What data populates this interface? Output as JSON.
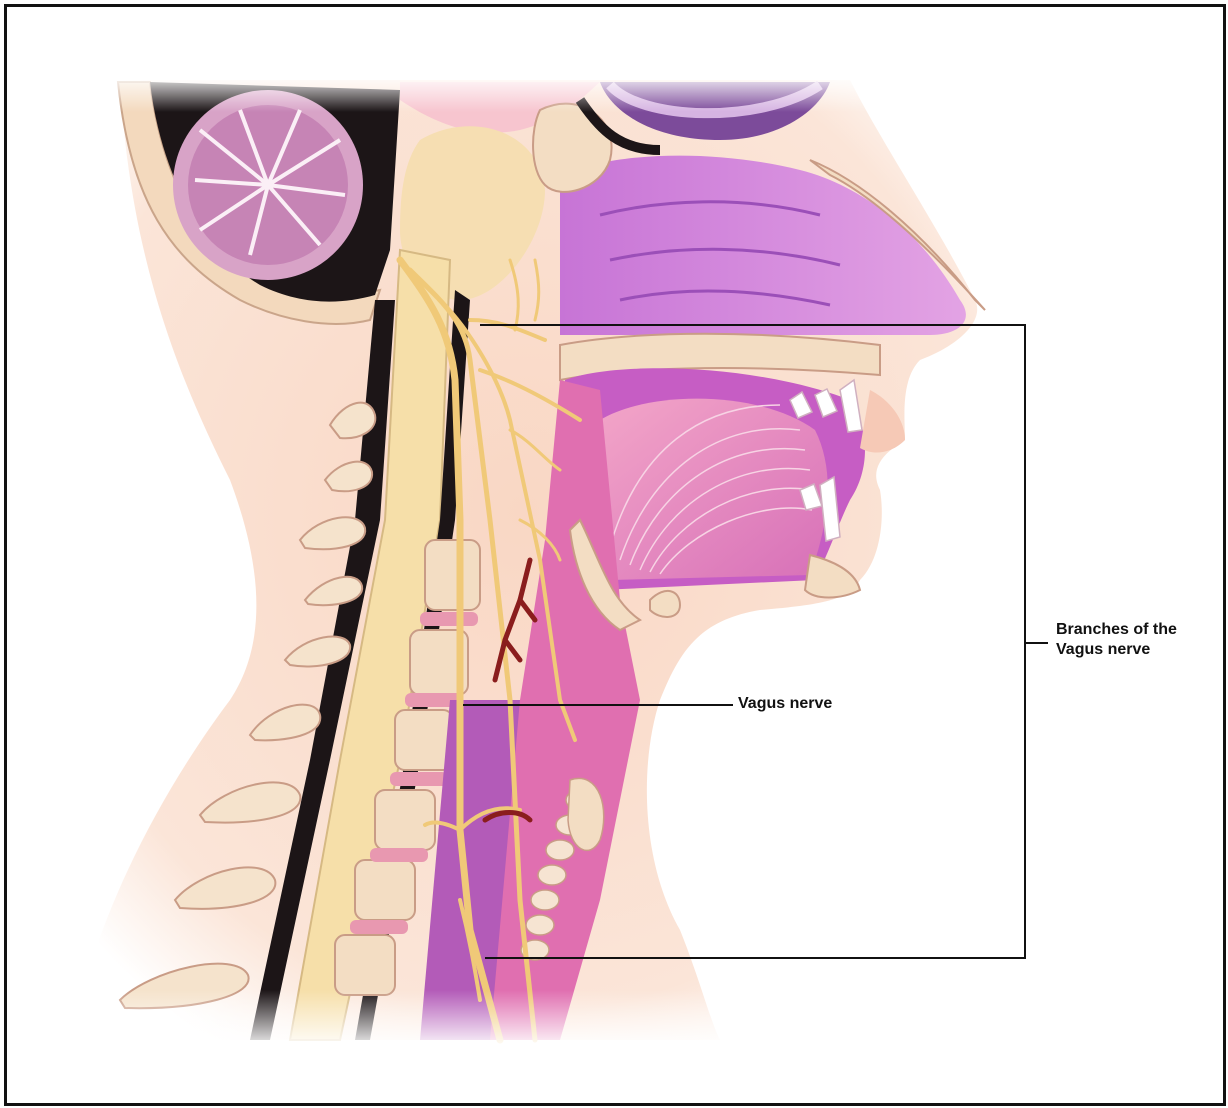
{
  "labels": {
    "vagus_nerve": "Vagus nerve",
    "branches_line1": "Branches of the",
    "branches_line2": "Vagus nerve"
  },
  "colors": {
    "skin": "#fbe0cf",
    "muscle_pink": "#e77bb0",
    "tissue_purple": "#c65dc4",
    "nerve_yellow": "#f2cf84",
    "bone": "#f6e4c6",
    "dark_canal": "#1a1416",
    "leader_line": "#111111"
  }
}
